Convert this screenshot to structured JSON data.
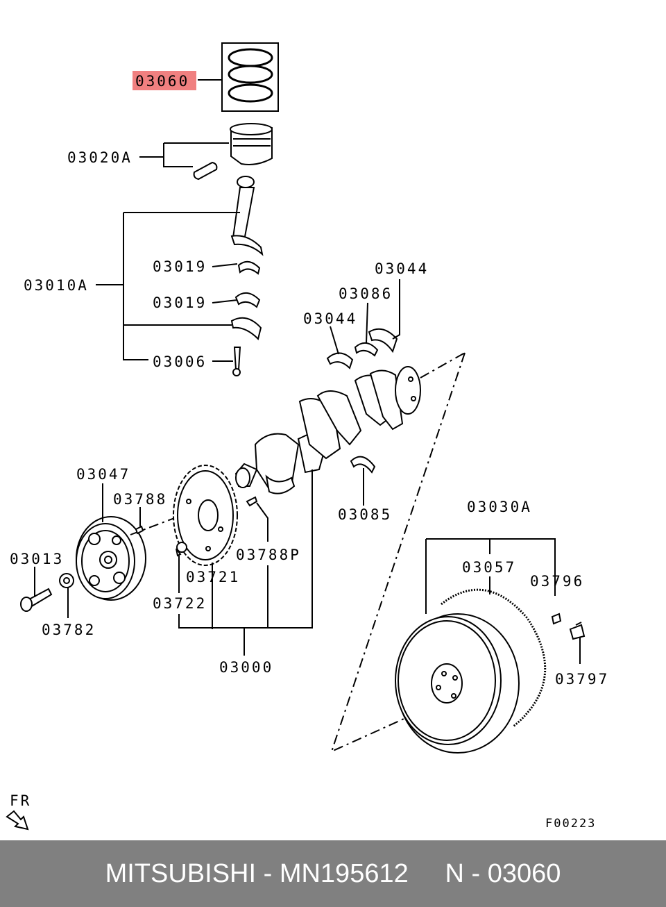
{
  "labels": {
    "highlight": "03060",
    "piston_set": "03020A",
    "conrod_set": "03010A",
    "bearing_upper": "03019",
    "bearing_lower": "03019",
    "conrod_bolt": "03006",
    "thrust_a": "03044",
    "thrust_b": "03044",
    "main_bearing_upper": "03086",
    "main_bearing_lower": "03085",
    "damper_pulley": "03047",
    "key_a": "03788",
    "key_b": "03788P",
    "pulley_bolt": "03013",
    "washer": "03782",
    "sensor_plate": "03721",
    "plate_bolt": "03722",
    "crankshaft": "03000",
    "flywheel": "03030A",
    "ring_gear": "03057",
    "pin": "03796",
    "flywheel_bolt": "03797",
    "fr": "FR",
    "figure_code": "F00223"
  },
  "colors": {
    "highlight_bg": "#f08080",
    "footer_bg": "#808080",
    "footer_text": "#ffffff"
  },
  "footer": {
    "text": "MITSUBISHI - MN195612     N - 03060"
  }
}
